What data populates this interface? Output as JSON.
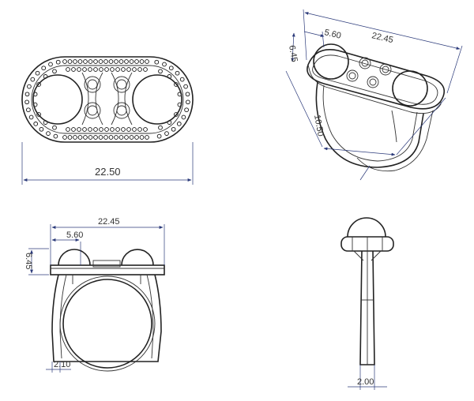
{
  "views": {
    "top": {
      "overall_width": "22.50"
    },
    "iso": {
      "overall_length": "22.45",
      "offset": "5.60",
      "height": "6.45",
      "band": "10.50"
    },
    "front": {
      "overall_length": "22.45",
      "offset": "5.60",
      "height": "6.45",
      "shank": "2.10"
    },
    "side": {
      "shank_width": "2.00"
    }
  }
}
